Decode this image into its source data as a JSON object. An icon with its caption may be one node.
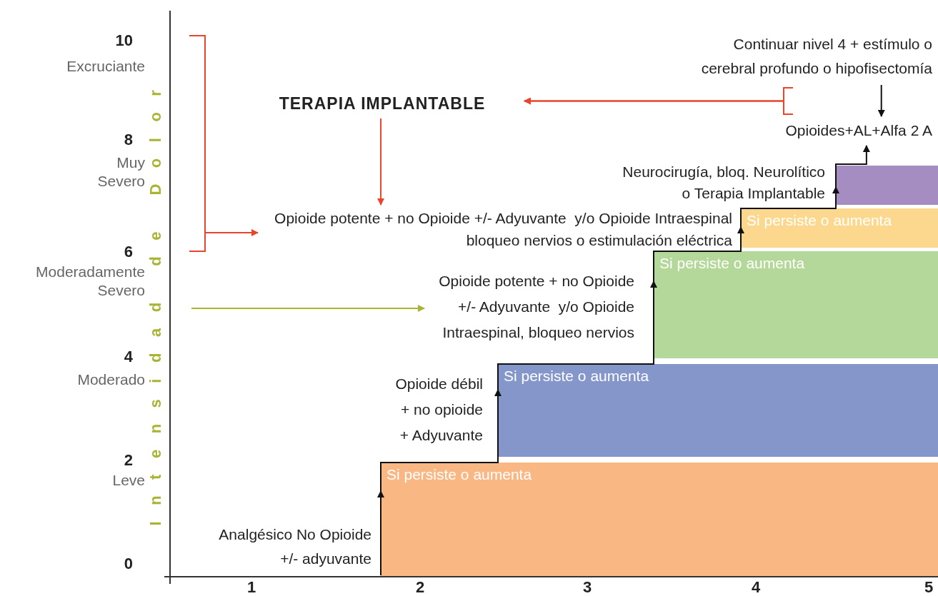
{
  "diagram": {
    "nodes": [
      {
        "text": [
          "TERAPIA IMPLANTABLE"
        ]
      },
      {
        "text": [
          "Continuar nivel 4 + estímulo o cerebral profundo o hipofisectomía"
        ]
      },
      {
        "text": [
          "Opioides+AL+Alfa 2 A"
        ]
      },
      {
        "text": [
          "Neurocirugía, bloq. Neurolítico o Terapia Implantable"
        ]
      },
      {
        "text": [
          "Opioide potente + no Opioide +/- Adyuvante  y/o Opioide Intraespinal bloqueo nervios o estimulación eléctrica"
        ]
      },
      {
        "text": [
          "Opioide potente + no Opioide +/- Adyuvante  y/o Opioide Intraespinal, bloqueo nervios"
        ]
      },
      {
        "text": [
          "Opioide débil + no opioide + Adyuvante"
        ]
      },
      {
        "text": [
          "Analgésico No Opioide +/- adyuvante"
        ]
      },
      {
        "text": [
          "Si persiste o aumenta"
        ]
      },
      {
        "text": [
          "Si persiste o aumenta"
        ]
      },
      {
        "text": [
          "Si persiste o aumenta"
        ]
      },
      {
        "text": [
          "Si persiste o aumenta"
        ]
      },
      {
        "text": [],
        "shape": "bar"
      }
    ],
    "edges": [
      {
        "from": 1,
        "to": 2,
        "arrow": "to"
      },
      {
        "from": 1,
        "to": 0,
        "arrow": "to",
        "color": "#e8452c"
      },
      {
        "from": 2,
        "to": 0,
        "arrow": "to",
        "color": "#e8452c"
      },
      {
        "from": 0,
        "to": 4,
        "arrow": "to",
        "color": "#e8452c"
      },
      {
        "from": null,
        "to": 4,
        "arrow": "to",
        "color": "#e8452c"
      },
      {
        "from": null,
        "to": 5,
        "arrow": "to",
        "color": "#a8b432"
      },
      {
        "from": null,
        "to": 8,
        "arrow": "to"
      },
      {
        "from": 8,
        "to": 9,
        "arrow": "to"
      },
      {
        "from": 9,
        "to": 10,
        "arrow": "to"
      },
      {
        "from": 10,
        "to": 11,
        "arrow": "to"
      },
      {
        "from": 11,
        "to": 12,
        "arrow": "to"
      },
      {
        "from": 12,
        "to": 2,
        "arrow": "to"
      }
    ],
    "labels": [
      "10",
      "Excruciante",
      "8",
      "Muy Severo",
      "6",
      "Moderadamente Severo",
      "4",
      "Moderado",
      "2",
      "Leve",
      "0",
      "Intensidad de Dolor",
      "1",
      "2",
      "3",
      "4",
      "5"
    ]
  }
}
